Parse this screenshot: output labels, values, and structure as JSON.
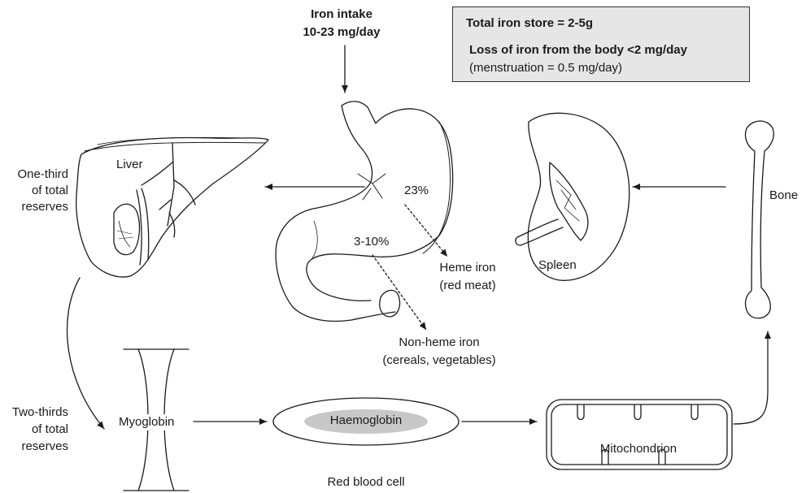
{
  "intake": {
    "line1": "Iron intake",
    "line2": "10-23 mg/day"
  },
  "info_box": {
    "total_store": "Total iron store = 2-5g",
    "loss": "Loss of iron from the body <2 mg/day",
    "menstruation": "(menstruation = 0.5 mg/day)"
  },
  "organs": {
    "liver": "Liver",
    "spleen": "Spleen",
    "bone": "Bone",
    "myoglobin": "Myoglobin",
    "haemoglobin": "Haemoglobin",
    "red_blood_cell": "Red blood cell",
    "mitochondrion": "Mitochondrion"
  },
  "reserves": {
    "one_third": [
      "One-third",
      "of total",
      "reserves"
    ],
    "two_thirds": [
      "Two-thirds",
      "of total",
      "reserves"
    ]
  },
  "absorption": {
    "heme_pct": "23%",
    "nonheme_pct": "3-10%",
    "heme_label": [
      "Heme iron",
      "(red meat)"
    ],
    "nonheme_label": [
      "Non-heme iron",
      "(cereals, vegetables)"
    ]
  }
}
